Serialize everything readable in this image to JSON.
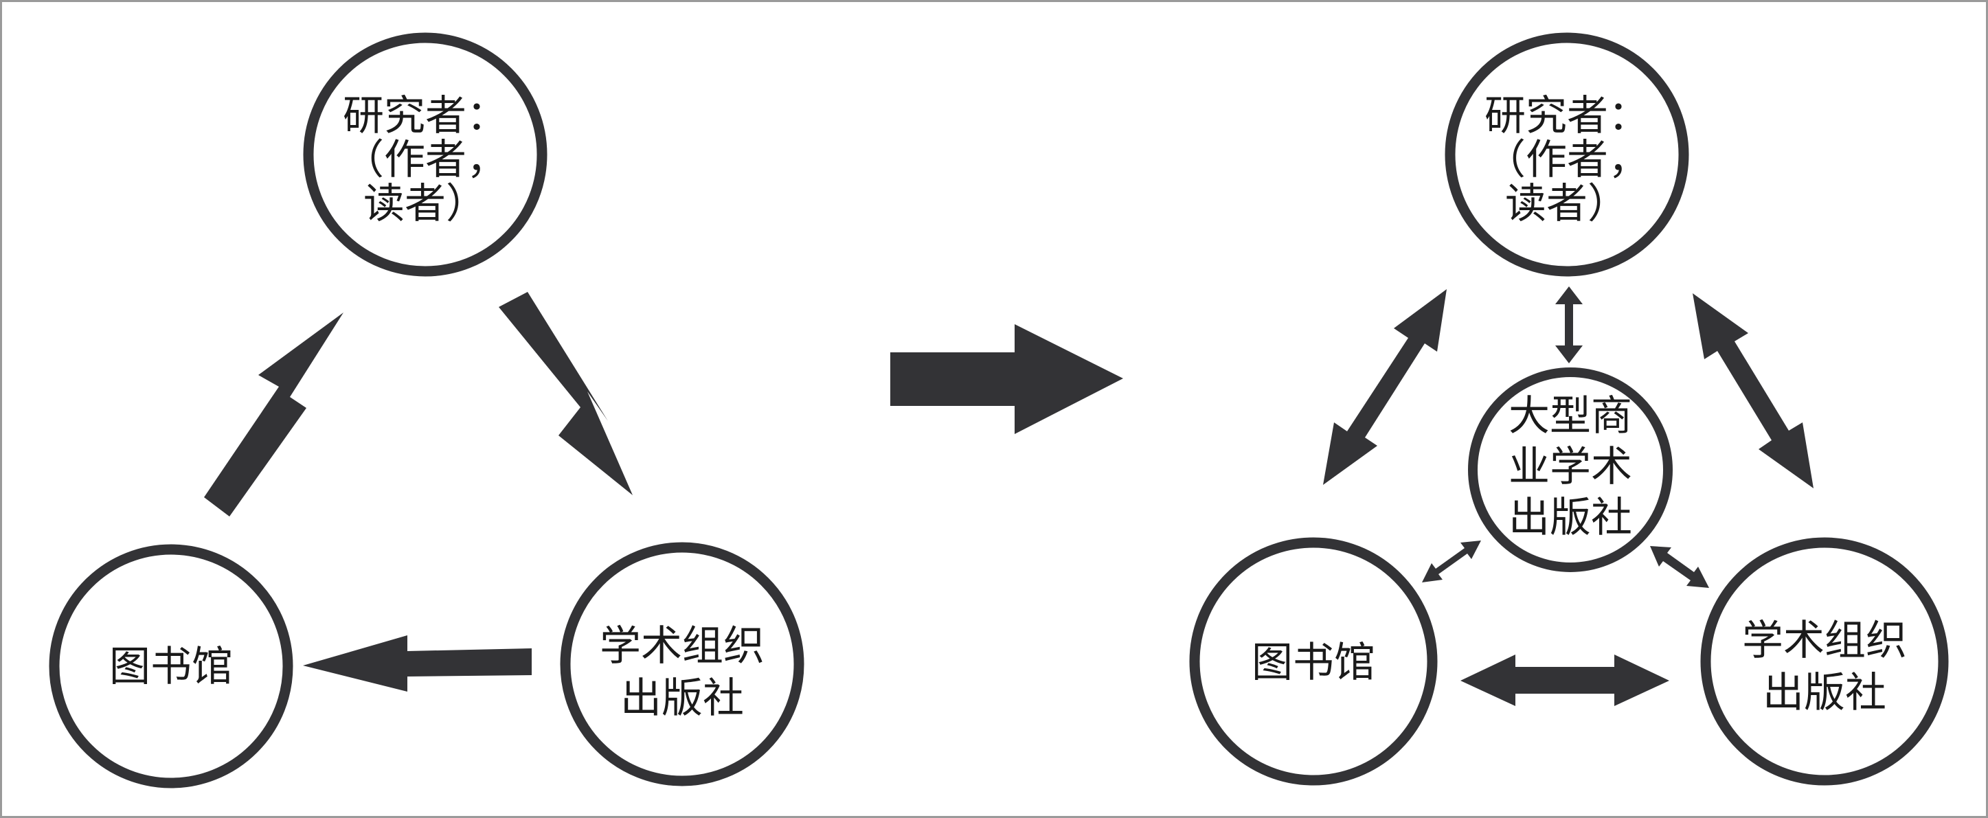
{
  "colors": {
    "stroke": "#333336",
    "arrow": "#333336",
    "text": "#1a1a1a",
    "frame": "#9a9a9a"
  },
  "left_diagram": {
    "researcher": {
      "lines": [
        "研究者：",
        "（作者，",
        "读者）"
      ]
    },
    "publisher": {
      "lines": [
        "学术组织",
        "出版社"
      ]
    },
    "library": {
      "lines": [
        "图书馆"
      ]
    }
  },
  "right_diagram": {
    "researcher": {
      "lines": [
        "研究者：",
        "（作者，",
        "读者）"
      ]
    },
    "commercial_publisher": {
      "lines": [
        "大型商",
        "业学术",
        "出版社"
      ]
    },
    "publisher": {
      "lines": [
        "学术组织",
        "出版社"
      ]
    },
    "library": {
      "lines": [
        "图书馆"
      ]
    }
  }
}
